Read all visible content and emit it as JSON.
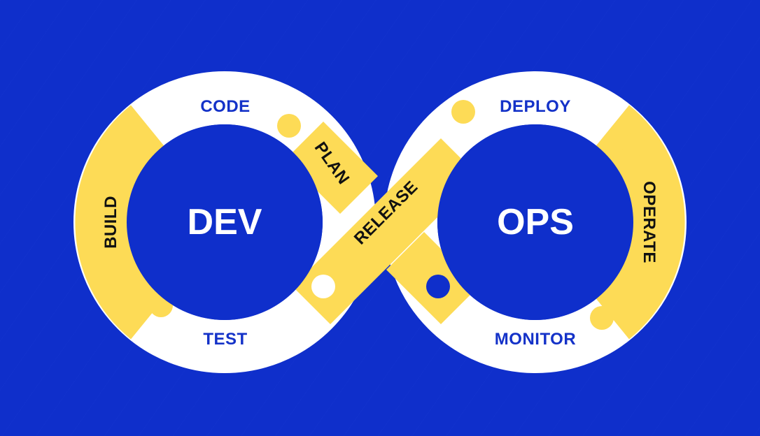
{
  "colors": {
    "background": "#0f2fcb",
    "white_band": "#ffffff",
    "yellow_band": "#fddb56",
    "blue_text": "#1432c8",
    "dark_text": "#111111",
    "center_text": "#ffffff"
  },
  "diagram": {
    "left_center": "DEV",
    "right_center": "OPS",
    "stages": {
      "code": "CODE",
      "plan": "PLAN",
      "build": "BUILD",
      "test": "TEST",
      "release": "RELEASE",
      "deploy": "DEPLOY",
      "operate": "OPERATE",
      "monitor": "MONITOR"
    }
  }
}
